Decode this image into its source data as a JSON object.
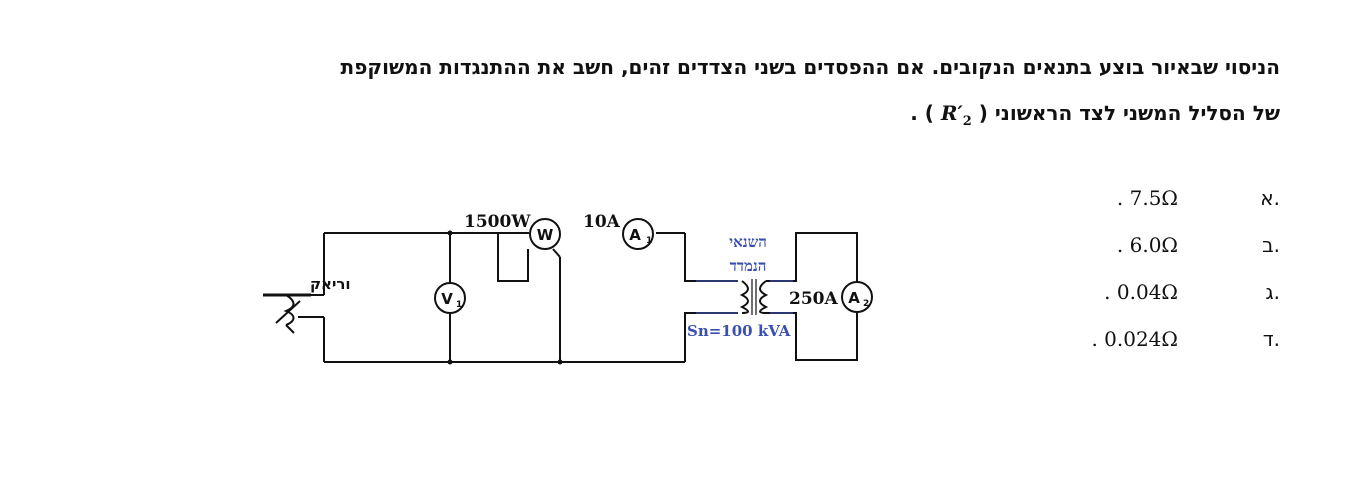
{
  "question": {
    "line1": "הניסוי שבאיור בוצע בתנאים הנקובים. אם ההפסדים בשני הצדדים זהים, חשב את ההתנגדות המשוקפת",
    "line2_text": "של הסליל המשני לצד הראשוני",
    "symbol_main": "R",
    "symbol_prime": "′",
    "symbol_sub": "2"
  },
  "options": [
    {
      "letter": "א.",
      "answer": ". 7.5Ω"
    },
    {
      "letter": "ב.",
      "answer": ". 6.0Ω"
    },
    {
      "letter": "ג.",
      "answer": ". 0.04Ω"
    },
    {
      "letter": "ד.",
      "answer": ". 0.024Ω"
    }
  ],
  "circuit": {
    "variac_label": "וריאק",
    "wattmeter_reading": "1500W",
    "wattmeter_symbol": "W",
    "ammeter1_reading": "10A",
    "ammeter1_symbol": "A",
    "ammeter1_index": "1",
    "voltmeter_symbol": "V",
    "voltmeter_index": "1",
    "transformer_label_line1": "השנאי",
    "transformer_label_line2": "הנמדד",
    "transformer_rating": "Sn=100 kVA",
    "ammeter2_reading": "250A",
    "ammeter2_symbol": "A",
    "ammeter2_index": "2",
    "label_color": "#3a4fb0"
  }
}
